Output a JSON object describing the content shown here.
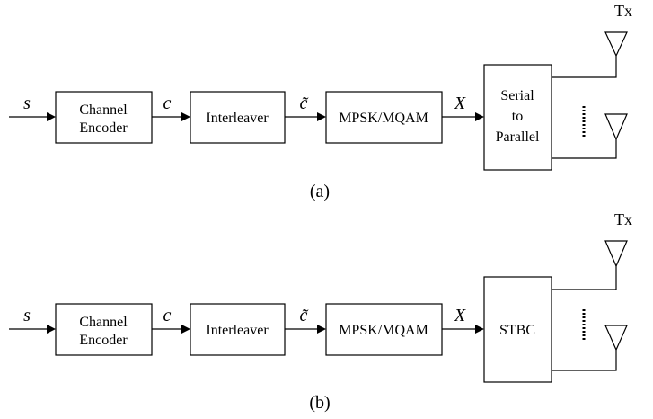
{
  "diagrams": [
    {
      "caption": "(a)",
      "tx_label": "Tx",
      "input_var": "s",
      "blocks": [
        "Channel Encoder",
        "Interleaver",
        "MPSK/MQAM",
        "Serial to Parallel"
      ],
      "channel_encoder": [
        "Channel",
        "Encoder"
      ],
      "interleaver": "Interleaver",
      "modulator": "MPSK/MQAM",
      "last_block": [
        "Serial",
        "to",
        "Parallel"
      ],
      "signals": {
        "after_encoder": "c",
        "after_interleaver": "c̃",
        "after_modulator": "X"
      }
    },
    {
      "caption": "(b)",
      "tx_label": "Tx",
      "input_var": "s",
      "blocks": [
        "Channel Encoder",
        "Interleaver",
        "MPSK/MQAM",
        "STBC"
      ],
      "channel_encoder": [
        "Channel",
        "Encoder"
      ],
      "interleaver": "Interleaver",
      "modulator": "MPSK/MQAM",
      "last_block": [
        "STBC"
      ],
      "signals": {
        "after_encoder": "c",
        "after_interleaver": "c̃",
        "after_modulator": "X"
      }
    }
  ]
}
